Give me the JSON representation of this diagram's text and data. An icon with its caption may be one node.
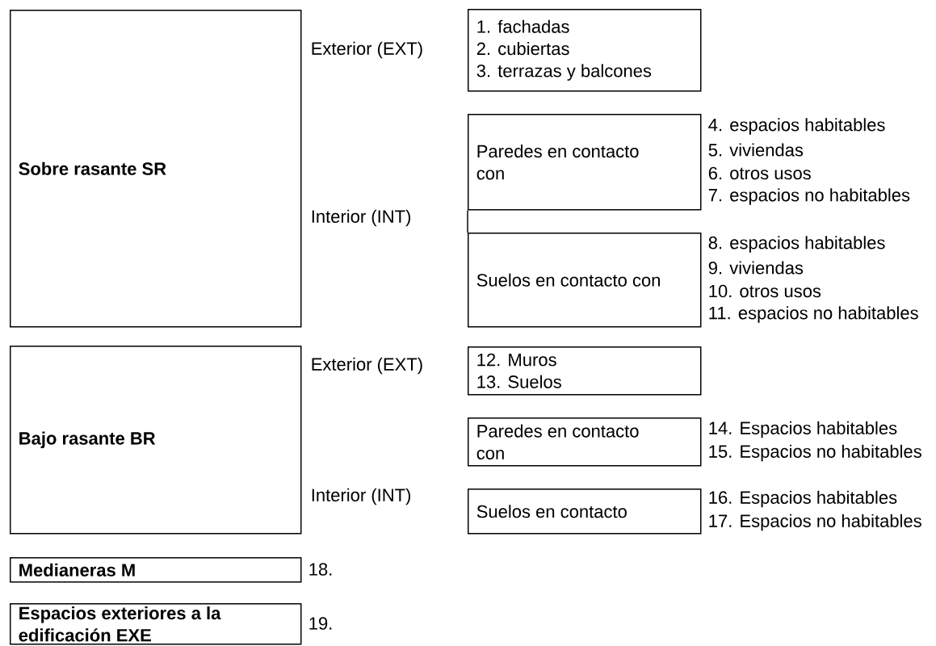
{
  "diagram": {
    "nodes": [
      {
        "text": [
          "Sobre rasante SR"
        ]
      },
      {
        "text": [
          "1. fachadas",
          "2. cubiertas",
          "3. terrazas y balcones"
        ]
      },
      {
        "text": [
          "Paredes en contacto con"
        ],
        "beside": [
          "4. espacios habitables",
          "5. viviendas",
          "6. otros usos",
          "7. espacios no habitables"
        ]
      },
      {
        "text": [
          "Suelos en contacto con"
        ],
        "beside": [
          "8. espacios habitables",
          "9. viviendas",
          "10. otros usos",
          "11. espacios no habitables"
        ]
      },
      {
        "text": [
          "Bajo rasante BR"
        ]
      },
      {
        "text": [
          "12. Muros",
          "13. Suelos"
        ]
      },
      {
        "text": [
          "Paredes en contacto con"
        ],
        "beside": [
          "14. Espacios habitables",
          "15. Espacios no habitables"
        ]
      },
      {
        "text": [
          "Suelos en contacto"
        ],
        "beside": [
          "16. Espacios habitables",
          "17. Espacios no habitables"
        ]
      },
      {
        "text": [
          "Medianeras M"
        ],
        "beside": [
          "18."
        ]
      },
      {
        "text": [
          "Espacios exteriores a la edificación EXE"
        ],
        "beside": [
          "19."
        ]
      }
    ],
    "edges": [
      {
        "from": 2,
        "to": 3,
        "arrow": "none"
      }
    ],
    "labels": [
      "Exterior (EXT)",
      "Interior (INT)",
      "Exterior (EXT)",
      "Interior (INT)"
    ]
  }
}
